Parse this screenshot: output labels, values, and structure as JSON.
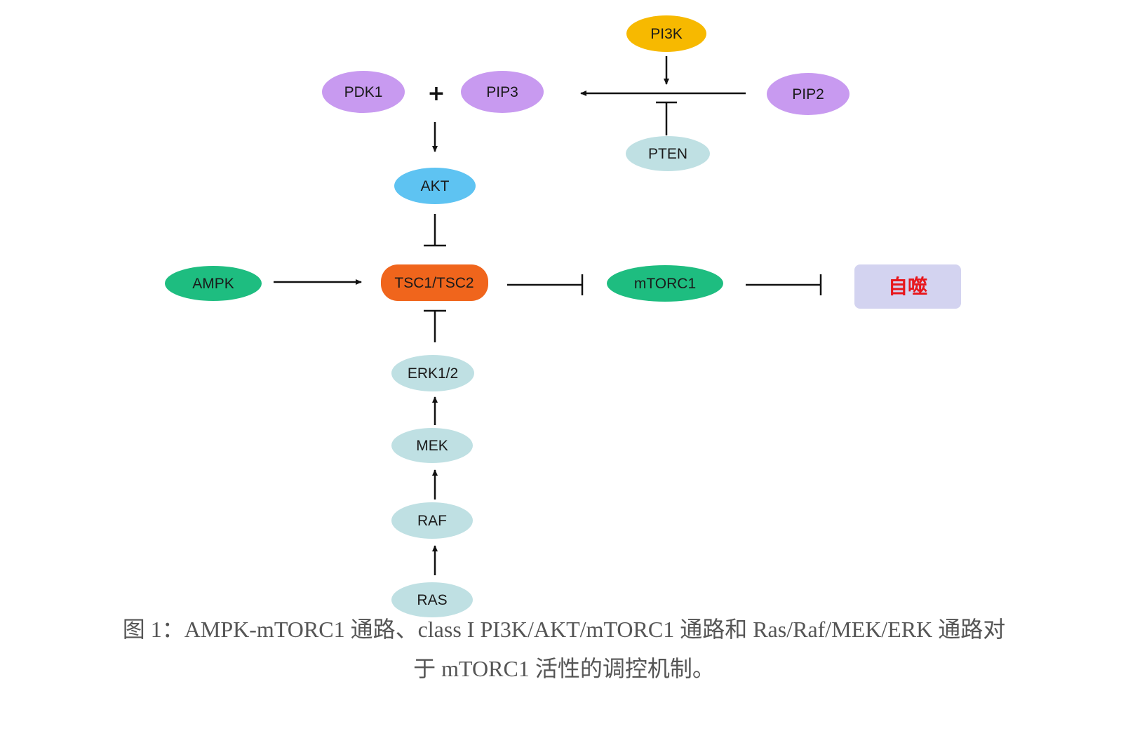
{
  "nodes": {
    "pi3k": "PI3K",
    "pdk1": "PDK1",
    "plus": "+",
    "pip3": "PIP3",
    "pip2": "PIP2",
    "pten": "PTEN",
    "akt": "AKT",
    "ampk": "AMPK",
    "tsc": "TSC1/TSC2",
    "mtorc1": "mTORC1",
    "autophagy": "自噬",
    "erk": "ERK1/2",
    "mek": "MEK",
    "raf": "RAF",
    "ras": "RAS"
  },
  "colors": {
    "pi3k": "#f7b900",
    "pdk1": "#c89af0",
    "pip3": "#c89af0",
    "pip2": "#c89af0",
    "pten": "#bfe0e3",
    "akt": "#5ec3f2",
    "ampk": "#1ebd80",
    "tsc": "#f0651c",
    "mtorc1": "#1ebd80",
    "autophagy_box": "#d3d3f0",
    "autophagy_text": "#e8161b",
    "erk": "#bfe0e3",
    "mek": "#bfe0e3",
    "raf": "#bfe0e3",
    "ras": "#bfe0e3"
  },
  "caption": {
    "line1": "图 1：AMPK-mTORC1 通路、class I PI3K/AKT/mTORC1 通路和 Ras/Raf/MEK/ERK 通路对",
    "line2": "于 mTORC1 活性的调控机制。"
  }
}
